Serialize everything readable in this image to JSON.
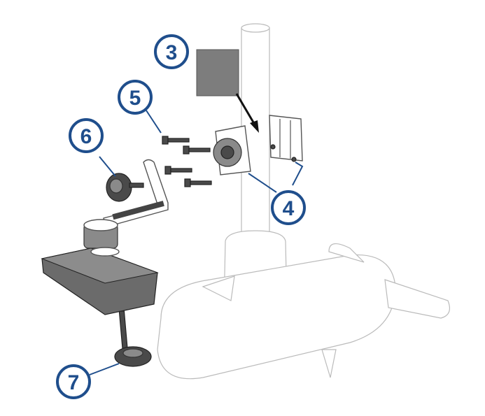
{
  "callouts": [
    {
      "id": "3",
      "label": "3"
    },
    {
      "id": "4",
      "label": "4"
    },
    {
      "id": "5",
      "label": "5"
    },
    {
      "id": "6",
      "label": "6"
    },
    {
      "id": "7",
      "label": "7"
    }
  ],
  "colors": {
    "callout": "#1f4e8c",
    "part_dark": "#4a4a4a",
    "part_mid": "#8a8a8a",
    "outline_light": "#bbbbbb"
  }
}
